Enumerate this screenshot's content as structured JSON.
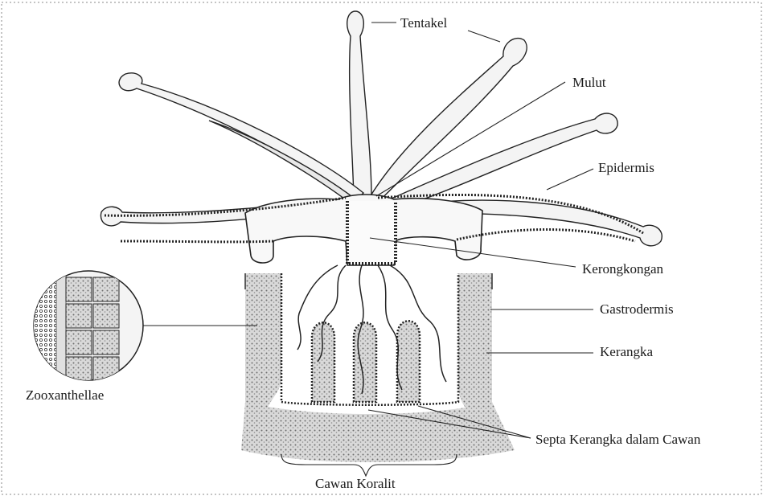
{
  "diagram": {
    "labels": {
      "tentakel": "Tentakel",
      "mulut": "Mulut",
      "epidermis": "Epidermis",
      "kerongkongan": "Kerongkongan",
      "gastrodermis": "Gastrodermis",
      "kerangka": "Kerangka",
      "zooxanthellae": "Zooxanthellae",
      "septa": "Septa Kerangka dalam Cawan",
      "cawan": "Cawan Koralit"
    }
  }
}
